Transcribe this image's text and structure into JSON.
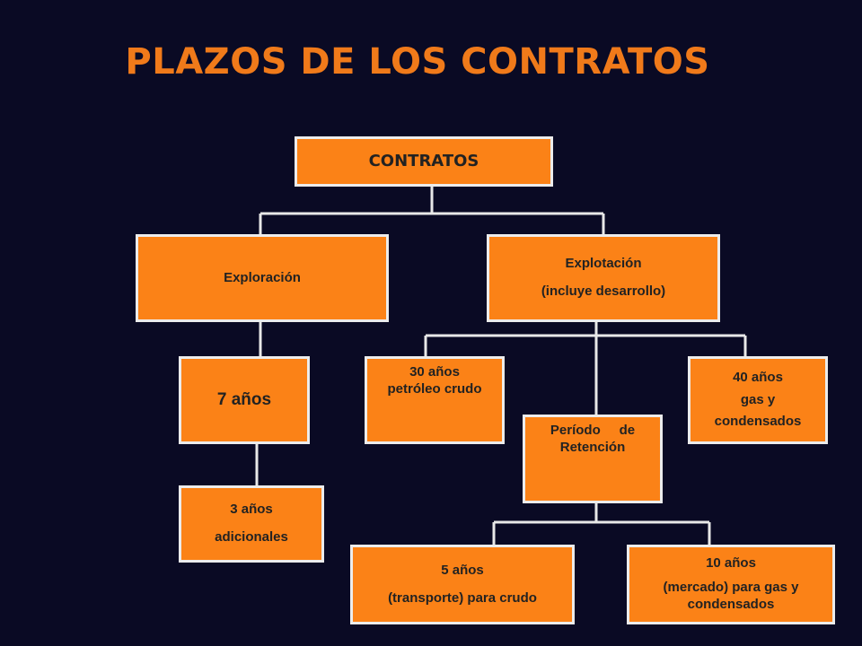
{
  "title": "PLAZOS DE LOS CONTRATOS",
  "nodes": {
    "root": "CONTRATOS",
    "exploracion": "Exploración",
    "explotacion": [
      "Explotación",
      "(incluye desarrollo)"
    ],
    "siete_anos": "7 años",
    "tres_anos": [
      "3 años",
      "adicionales"
    ],
    "treinta_anos": [
      "30 años",
      "petróleo crudo"
    ],
    "retencion": [
      "Período     de",
      "Retención"
    ],
    "cuarenta_anos": [
      "40 años",
      "gas y",
      "condensados"
    ],
    "cinco_anos": [
      "5 años",
      "(transporte) para crudo"
    ],
    "diez_anos": [
      "10 años",
      "(mercado) para gas y",
      "condensados"
    ]
  },
  "colors": {
    "background": "#0a0a24",
    "title": "#f07a1a",
    "box_fill": "#fb8217",
    "box_border": "#ececec",
    "connector": "#e8e8e8"
  }
}
